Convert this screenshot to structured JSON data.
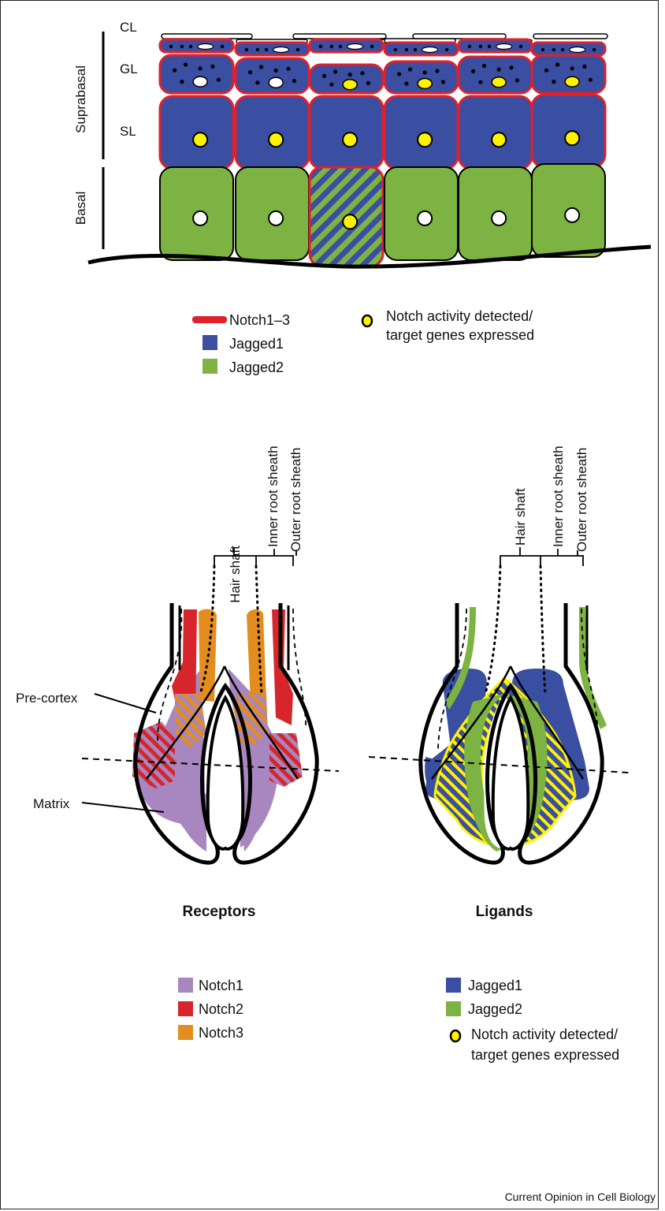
{
  "colors": {
    "notch_receptor": "#e0202b",
    "jagged1": "#3a4ea2",
    "jagged2": "#7cb342",
    "notch1": "#a886bf",
    "notch2": "#d7262b",
    "notch3": "#e38d1e",
    "activity": "#fff200"
  },
  "epidermis": {
    "layers": {
      "cl": "CL",
      "gl": "GL",
      "sl": "SL"
    },
    "groups": {
      "suprabasal": "Suprabasal",
      "basal": "Basal"
    },
    "legend": {
      "notch13": "Notch1–3",
      "jagged1": "Jagged1",
      "jagged2": "Jagged2",
      "activity_line1": "Notch activity detected/",
      "activity_line2": "target genes expressed"
    }
  },
  "follicles": {
    "hair_shaft": "Hair shaft",
    "inner_root_sheath": "Inner root sheath",
    "outer_root_sheath": "Outer root sheath",
    "pre_cortex": "Pre-cortex",
    "matrix": "Matrix",
    "receptors_title": "Receptors",
    "ligands_title": "Ligands",
    "receptors_legend": {
      "notch1": "Notch1",
      "notch2": "Notch2",
      "notch3": "Notch3"
    },
    "ligands_legend": {
      "jagged1": "Jagged1",
      "jagged2": "Jagged2",
      "activity_line1": "Notch activity detected/",
      "activity_line2": "target genes expressed"
    }
  },
  "credit": "Current Opinion in Cell Biology"
}
